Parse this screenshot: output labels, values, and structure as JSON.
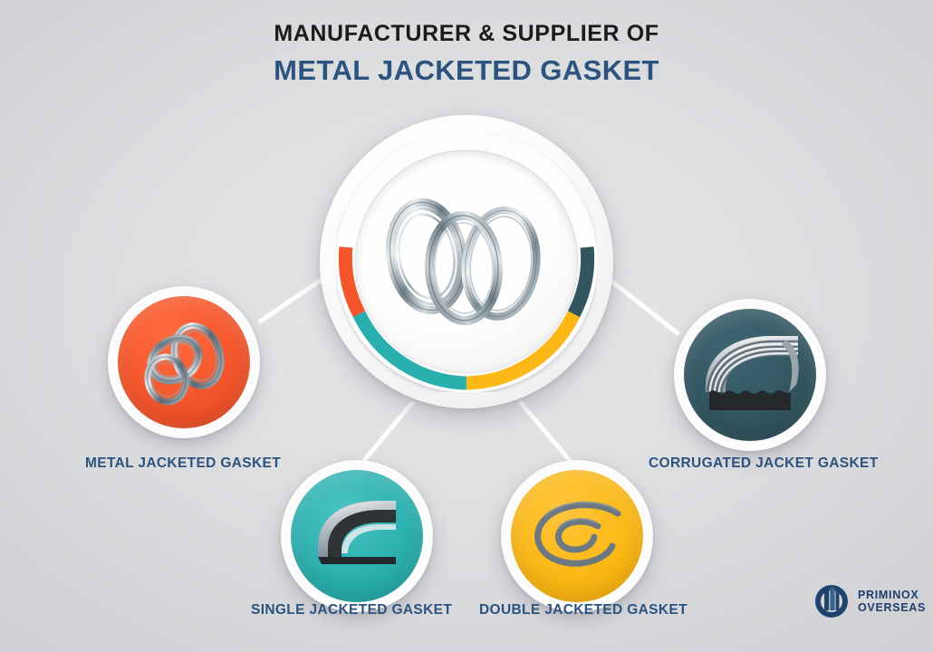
{
  "header": {
    "line1": "MANUFACTURER & SUPPLIER OF",
    "line2": "METAL JACKETED GASKET",
    "line1_color": "#1B1B1B",
    "line2_color": "#2C537F"
  },
  "center": {
    "name": "metal-jacketed-gasket-rings",
    "arcs": [
      {
        "name": "arc-metal-jacketed",
        "color": "#F4552B"
      },
      {
        "name": "arc-single-jacketed",
        "color": "#2BAFAF"
      },
      {
        "name": "arc-double-jacketed",
        "color": "#FBB814"
      },
      {
        "name": "arc-corrugated-jacket",
        "color": "#325660"
      }
    ]
  },
  "nodes": [
    {
      "key": "metal",
      "label": "METAL JACKETED GASKET",
      "color": "#F4552B",
      "icon": "gasket-rings-icon"
    },
    {
      "key": "single",
      "label": "SINGLE JACKETED GASKET",
      "color": "#2BAFAF",
      "icon": "single-jacket-profile-icon"
    },
    {
      "key": "double",
      "label": "DOUBLE JACKETED GASKET",
      "color": "#FBB814",
      "icon": "double-jacket-swirl-icon"
    },
    {
      "key": "corrugated",
      "label": "CORRUGATED JACKET GASKET",
      "color": "#325660",
      "icon": "corrugated-jacket-profile-icon"
    }
  ],
  "logo": {
    "name1": "PRIMINOX",
    "name2": "OVERSEAS",
    "mark": "priminox-circular-mark",
    "color": "#1F3F6B"
  },
  "background": {
    "base": "#DEDFE1",
    "connector_color": "#FFFFFF"
  }
}
